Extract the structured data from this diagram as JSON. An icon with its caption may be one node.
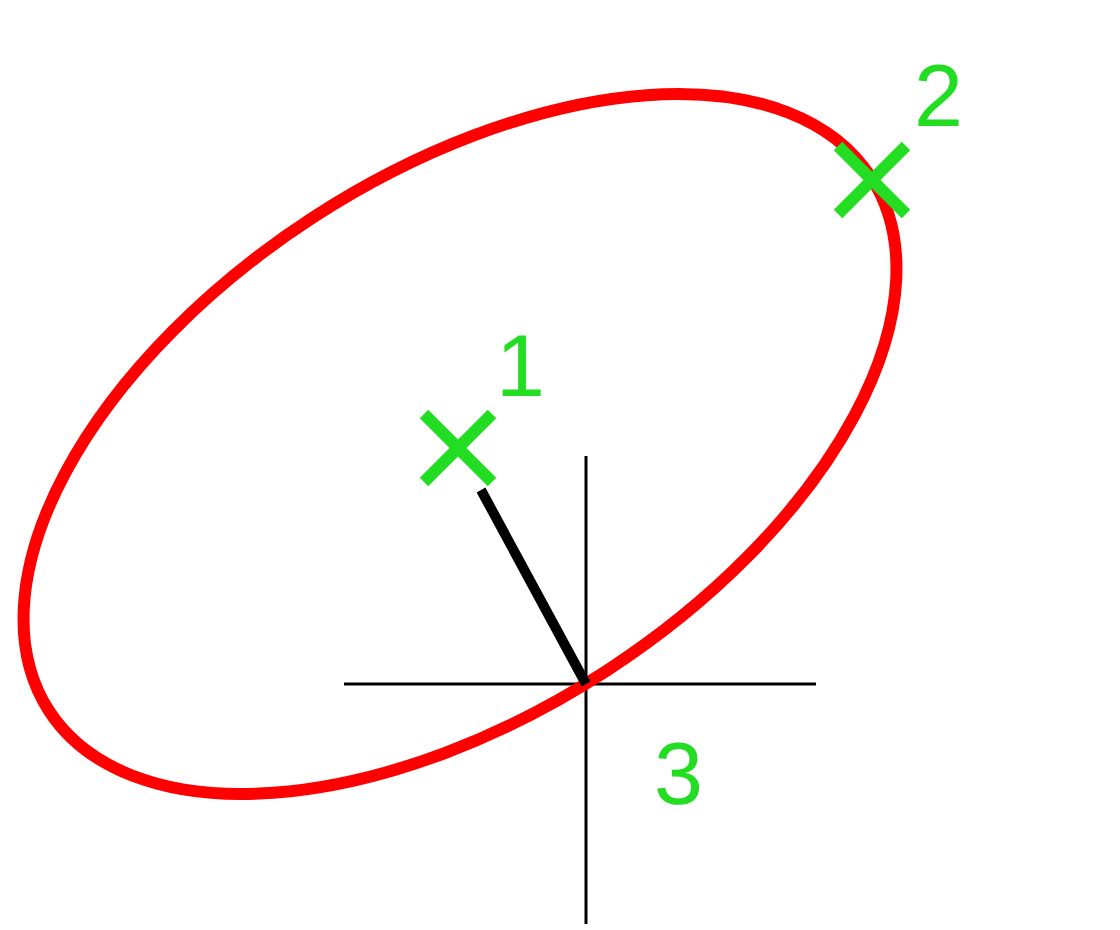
{
  "diagram": {
    "nodes": [
      {
        "text": [
          "1"
        ]
      },
      {
        "text": [
          "2"
        ]
      },
      {
        "text": [
          "3"
        ]
      }
    ],
    "edges": [
      {
        "from": 0,
        "to": 2,
        "arrow": "none"
      }
    ]
  }
}
